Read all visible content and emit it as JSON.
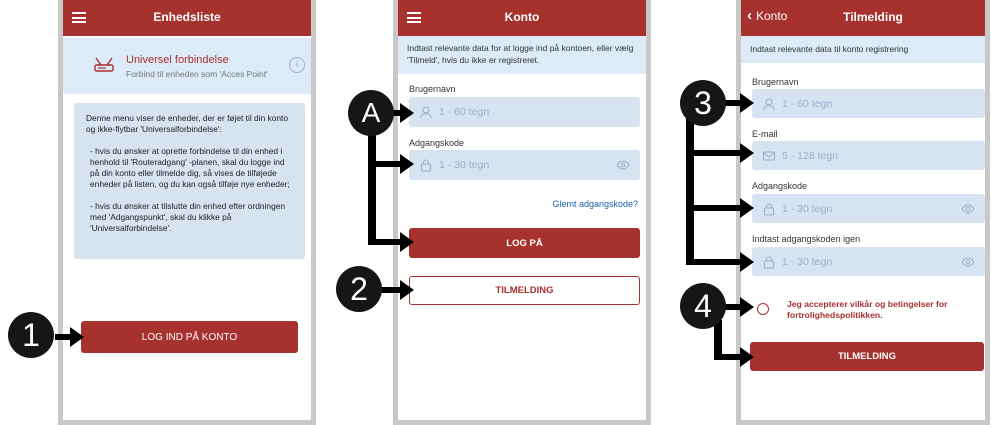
{
  "screen1": {
    "title": "Enhedsliste",
    "universal_title": "Universel forbindelse",
    "universal_sub": "Forbind til enheden som 'Acces Point'",
    "desc_p1": "Denne menu viser de enheder, der er føjet til din konto og ikke-flytbar 'Universalforbindelse':",
    "desc_p2": "- hvis du ønsker at oprette forbindelse til din enhed i henhold til 'Routeradgang' -planen, skal du logge ind på din konto eller tilmelde dig, så vises de tilføjede enheder på listen, og du kan også tilføje nye enheder;",
    "desc_p3": "- hvis du ønsker at tilslutte din enhed efter ordningen med 'Adgangspunkt', skal du klikke på 'Universalforbindelse'.",
    "login_button": "LOG IND PÅ KONTO"
  },
  "screen2": {
    "title": "Konto",
    "info": "Indtast relevante data for at logge ind på kontoen, eller vælg 'Tilmeld', hvis du ikke er registreret.",
    "username_label": "Brugernavn",
    "username_placeholder": "1 - 60 tegn",
    "password_label": "Adgangskode",
    "password_placeholder": "1 - 30 tegn",
    "forgot_link": "Glemt adgangskode?",
    "login_button": "LOG PÅ",
    "signup_button": "TILMELDING"
  },
  "screen3": {
    "back_label": "Konto",
    "title": "Tilmelding",
    "info": "Indtast relevante data til konto registrering",
    "username_label": "Brugernavn",
    "username_placeholder": "1 - 60 tegn",
    "email_label": "E-mail",
    "email_placeholder": "5 - 128 tegn",
    "password_label": "Adgangskode",
    "password_placeholder": "1 - 30 tegn",
    "password2_label": "Indtast adgangskoden igen",
    "password2_placeholder": "1 - 30 tegn",
    "terms_text": "Jeg accepterer vilkår og betingelser for fortrolighedspolitikken.",
    "signup_button": "TILMELDING"
  },
  "badges": {
    "b1": "1",
    "b2": "2",
    "b3": "3",
    "b4": "4",
    "bA": "A"
  },
  "colors": {
    "brand": "#a6312d",
    "info_bg": "#dcebf7",
    "field_bg": "#d7e3f1",
    "placeholder": "#9aaecb"
  }
}
